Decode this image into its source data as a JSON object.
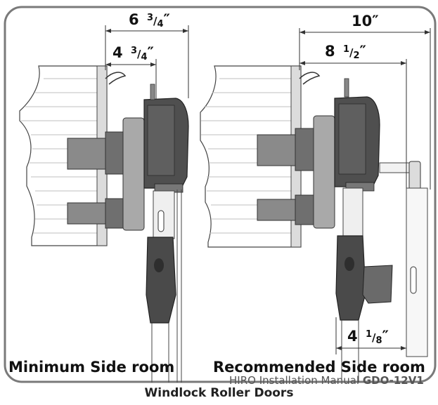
{
  "dimensions": {
    "left_outer": {
      "whole": "6",
      "num": "3",
      "den": "4",
      "unit": "″"
    },
    "left_inner": {
      "whole": "4",
      "num": "3",
      "den": "4",
      "unit": "″"
    },
    "right_outer": {
      "whole": "10",
      "unit": "″"
    },
    "right_inner": {
      "whole": "8",
      "num": "1",
      "den": "2",
      "unit": "″"
    },
    "right_bottom": {
      "whole": "4",
      "num": "1",
      "den": "8",
      "unit": "″"
    }
  },
  "labels": {
    "minimum": "Minimum Side room",
    "recommended": "Recommended Side room"
  },
  "footer": {
    "manual_text": "HIRO Installation Manual ",
    "model": "GDO-12V1"
  },
  "caption": "Windlock Roller Doors",
  "colors": {
    "frame": "#777777",
    "motor_dark": "#4a4a4a",
    "motor_mid": "#6e6e6e",
    "grey_block": "#8c8c8c",
    "plate": "#a9a9a9"
  }
}
